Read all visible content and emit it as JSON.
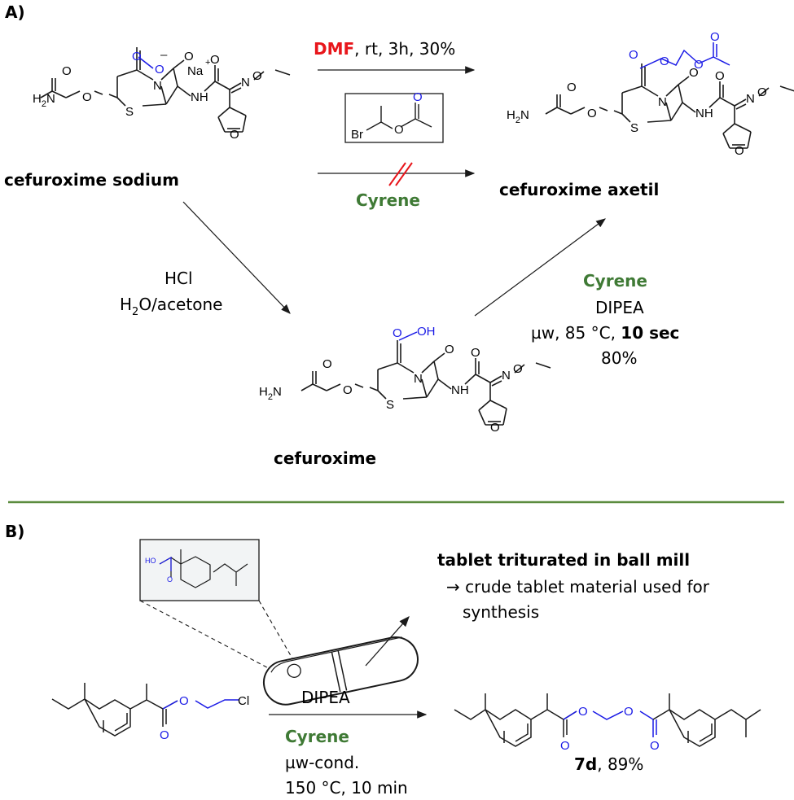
{
  "section_a": {
    "label": "A)",
    "start_name": "cefuroxime sodium",
    "product_name": "cefuroxime axetil",
    "intermediate_name": "cefuroxime",
    "top_cond": {
      "solvent": "DMF",
      "rest": ", rt, 3h, 30%"
    },
    "blocked_solvent": "Cyrene",
    "hydrolysis": {
      "line1": "HCl",
      "line2_a": "H",
      "line2_sub": "2",
      "line2_b": "O/acetone"
    },
    "esterif": {
      "solvent": "Cyrene",
      "base": "DIPEA",
      "cond_a": "µw, 85 °C, ",
      "cond_b": "10 sec",
      "yield": "80%"
    },
    "reagent_atoms": {
      "br": "Br",
      "o1": "O",
      "o2": "O"
    }
  },
  "section_b": {
    "label": "B)",
    "tablet_title": "tablet triturated in ball mill",
    "tablet_note_1": "→ crude tablet material used for",
    "tablet_note_2": "synthesis",
    "base": "DIPEA",
    "solvent": "Cyrene",
    "cond_1": "µw-cond.",
    "cond_2": "150 °C, 10 min",
    "product_id": "7d",
    "product_yield": ", 89%",
    "inset_ho": "HO",
    "inset_o": "O"
  },
  "atoms": {
    "o": "O",
    "n": "N",
    "s": "S",
    "h": "H",
    "nh": "NH",
    "h2n_h": "H",
    "h2n_2": "2",
    "h2n_n": "N",
    "oh": "OH",
    "na": "Na",
    "plus": "+",
    "minus": "–",
    "cl": "Cl"
  },
  "colors": {
    "blue": "#1a1ae6",
    "red": "#e8161b",
    "green": "#3f7a35",
    "black": "#1a1a1a",
    "divider": "#5b8c3e"
  }
}
